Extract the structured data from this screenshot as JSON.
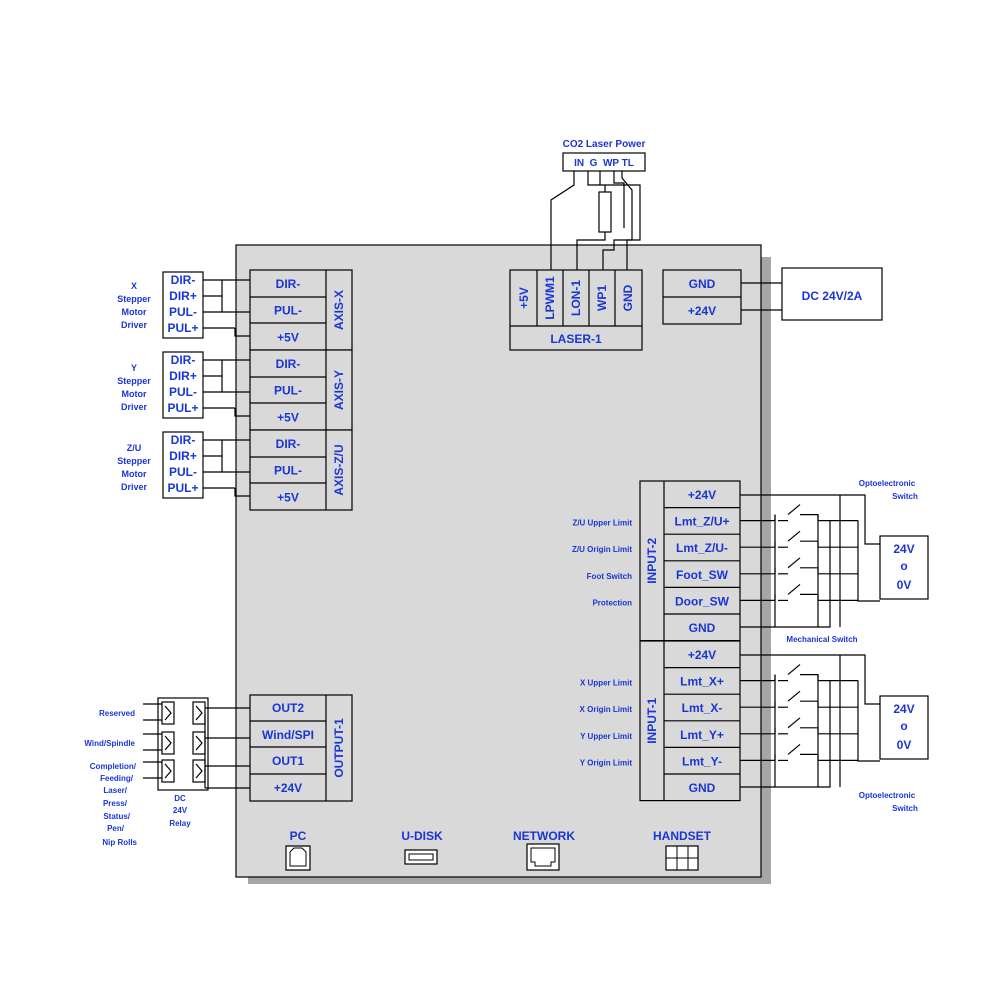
{
  "laser_power": {
    "title": "CO2 Laser Power",
    "pins": "IN  G  WP TL"
  },
  "laser1": {
    "label": "LASER-1",
    "pins": [
      "+5V",
      "LPWM1",
      "LON-1",
      "WP1",
      "GND"
    ]
  },
  "power": {
    "pins": [
      "GND",
      "+24V"
    ],
    "supply": "DC 24V/2A"
  },
  "axes": [
    {
      "label": "AXIS-X",
      "pins": [
        "DIR-",
        "PUL-",
        "+5V"
      ],
      "driver_pins": [
        "DIR-",
        "DIR+",
        "PUL-",
        "PUL+"
      ],
      "driver_label": [
        "X",
        "Stepper",
        "Motor",
        "Driver"
      ]
    },
    {
      "label": "AXIS-Y",
      "pins": [
        "DIR-",
        "PUL-",
        "+5V"
      ],
      "driver_pins": [
        "DIR-",
        "DIR+",
        "PUL-",
        "PUL+"
      ],
      "driver_label": [
        "Y",
        "Stepper",
        "Motor",
        "Driver"
      ]
    },
    {
      "label": "AXIS-Z/U",
      "pins": [
        "DIR-",
        "PUL-",
        "+5V"
      ],
      "driver_pins": [
        "DIR-",
        "DIR+",
        "PUL-",
        "PUL+"
      ],
      "driver_label": [
        "Z/U",
        "Stepper",
        "Motor",
        "Driver"
      ]
    }
  ],
  "input2": {
    "label": "INPUT-2",
    "pins": [
      "+24V",
      "Lmt_Z/U+",
      "Lmt_Z/U-",
      "Foot_SW",
      "Door_SW",
      "GND"
    ],
    "descriptions": [
      "Z/U Upper Limit",
      "Z/U Origin Limit",
      "Foot Switch",
      "Protection"
    ]
  },
  "input1": {
    "label": "INPUT-1",
    "pins": [
      "+24V",
      "Lmt_X+",
      "Lmt_X-",
      "Lmt_Y+",
      "Lmt_Y-",
      "GND"
    ],
    "descriptions": [
      "X Upper Limit",
      "X Origin Limit",
      "Y Upper Limit",
      "Y Origin Limit"
    ]
  },
  "output1": {
    "label": "OUTPUT-1",
    "pins": [
      "OUT2",
      "Wind/SPI",
      "OUT1",
      "+24V"
    ]
  },
  "relay": {
    "label": [
      "DC",
      "24V",
      "Relay"
    ],
    "outputs": [
      "Reserved",
      "Wind/Spindle"
    ],
    "completion": [
      "Completion/",
      "Feeding/",
      "Laser/",
      "Press/",
      "Status/",
      "Pen/",
      "Nip Rolls"
    ]
  },
  "opto": {
    "top": [
      "Optoelectronic",
      "Switch"
    ],
    "bottom": [
      "Optoelectronic",
      "Switch"
    ],
    "volt": [
      "24V",
      "o",
      "0V"
    ],
    "mechanical": "Mechanical Switch"
  },
  "ports": [
    {
      "label": "PC"
    },
    {
      "label": "U-DISK"
    },
    {
      "label": "NETWORK"
    },
    {
      "label": "HANDSET"
    }
  ]
}
